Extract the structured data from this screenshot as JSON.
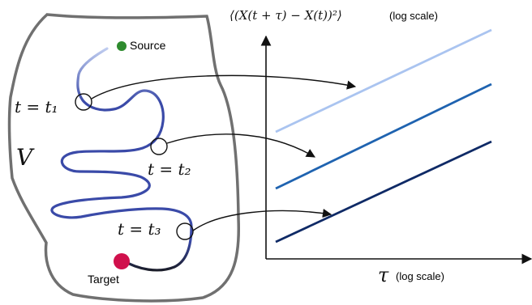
{
  "domain_label": "V",
  "source": {
    "label": "Source",
    "color": "#2e8b2e"
  },
  "target": {
    "label": "Target",
    "color": "#d0104c"
  },
  "checkpoints": [
    {
      "label": "t = t₁"
    },
    {
      "label": "t = t₂"
    },
    {
      "label": "t = t₃"
    }
  ],
  "plot": {
    "ylabel": "⟨(X(t + τ) − X(t))²⟩",
    "ylabel_note": "(log scale)",
    "xlabel": "τ",
    "xlabel_note": "(log scale)",
    "scale": "log-log"
  },
  "colors": {
    "outline": "#707070",
    "trajectory_start": "#c9d6f5",
    "trajectory_mid": "#3a4aa8",
    "trajectory_end": "#161616",
    "line_t1": "#aac4f0",
    "line_t2": "#1f63b0",
    "line_t3": "#0f2a66",
    "arrow": "#111111",
    "axis": "#111111"
  }
}
